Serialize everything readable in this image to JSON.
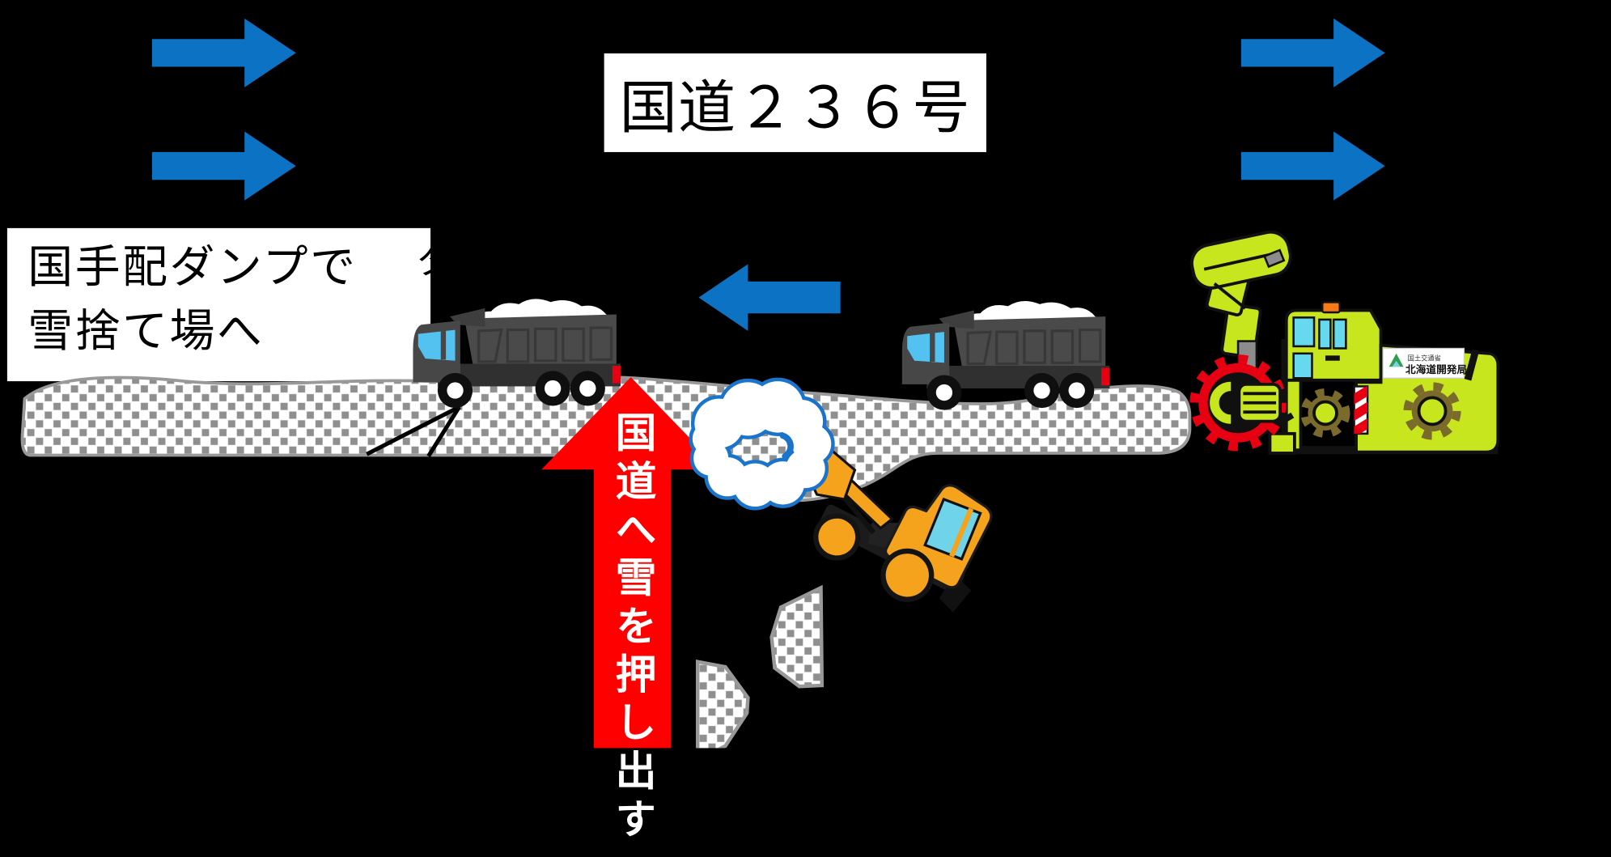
{
  "texts": {
    "road_sign": "国道２３６号",
    "dump_note_line1": "国手配ダンプで",
    "dump_note_line2": "雪捨て場へ",
    "dump_note_clipped_char": "タ",
    "push_arrow_label": "国道へ雪を押し出す",
    "blower_logo_line1": "国土交通省",
    "blower_logo_line2": "北海道開発局"
  },
  "colors": {
    "background": "#000000",
    "arrow_blue": "#0C72C4",
    "arrow_red": "#FF0000",
    "cloud_outline_blue": "#1B74CC",
    "machine_chartreuse": "#C8E61E",
    "loader_orange": "#F5A31C",
    "truck_gray": "#474747",
    "snow_checker_gray": "#8F8F8F",
    "taillight_red": "#E60012",
    "logo_green": "#2E9E4F"
  },
  "icons": [
    "right-arrow-icon",
    "left-arrow-icon",
    "up-arrow-icon",
    "dump-truck",
    "rotary-snow-blower",
    "wheel-loader",
    "snow-cloud",
    "snow-bank",
    "snow-patch"
  ]
}
